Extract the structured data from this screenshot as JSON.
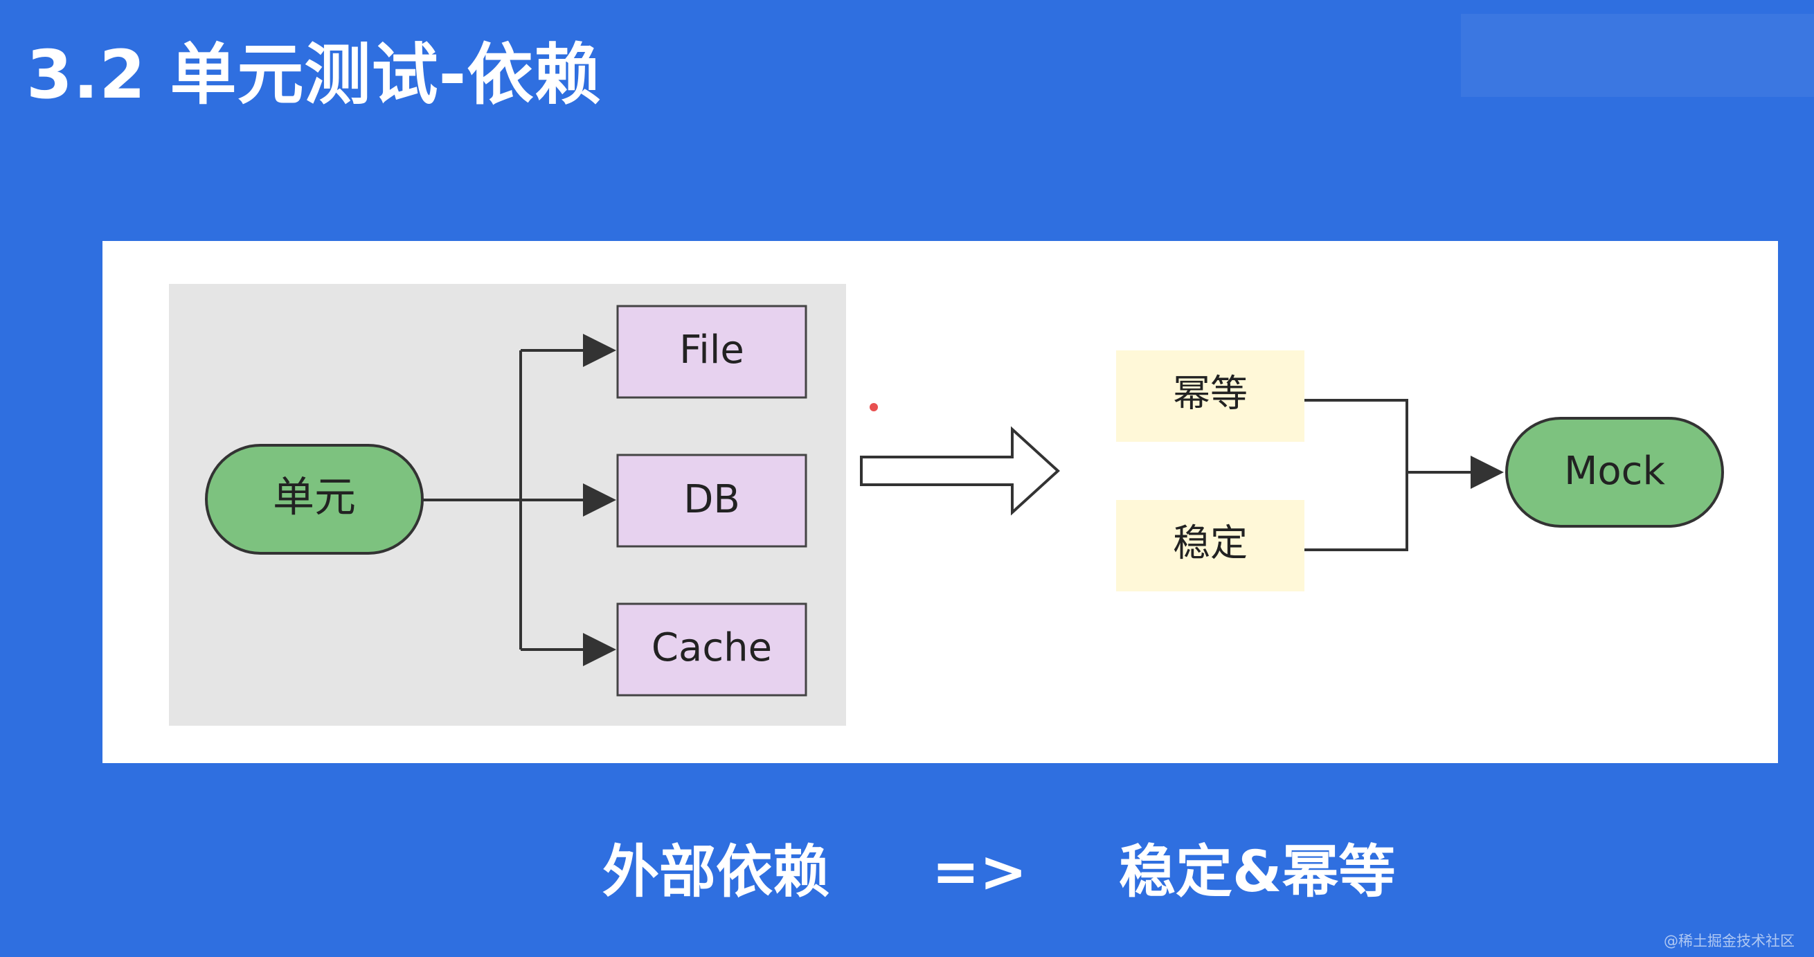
{
  "title": "3.2 单元测试-依赖",
  "diagram": {
    "unit": "单元",
    "dependencies": [
      "File",
      "DB",
      "Cache"
    ],
    "traits": [
      "幂等",
      "稳定"
    ],
    "mock": "Mock"
  },
  "caption": {
    "left": "外部依赖",
    "arrow": "=>",
    "right": "稳定&幂等"
  },
  "watermark": "@稀土掘金技术社区",
  "colors": {
    "background": "#2f6fe0",
    "panel": "#ffffff",
    "dependency_area": "#e5e5e5",
    "green_node": "#7dc27f",
    "purple_box": "#e7d2ef",
    "yellow_box": "#fff8d8",
    "line": "#333333"
  }
}
